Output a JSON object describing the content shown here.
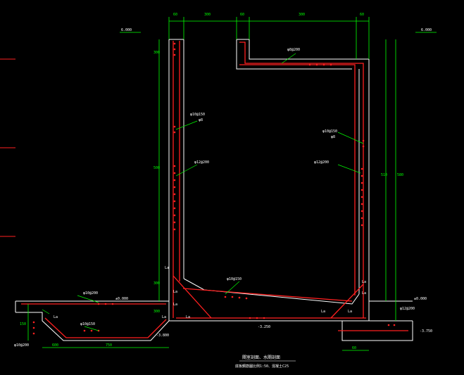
{
  "colors": {
    "background": "#000000",
    "concrete_outline": "#ffffff",
    "rebar": "#ff2020",
    "dimension": "#00ff00",
    "annotation": "#ffffff",
    "leader": "#00ff00"
  },
  "elevations": {
    "top_left": "6.000",
    "top_right": "6.000",
    "ground_left": "±0.000",
    "ground_right": "±0.000",
    "bottom_center": "-3.250",
    "bottom_left": "-3.800",
    "bottom_right": "-3.750"
  },
  "dimensions": {
    "top_left_wall": "60",
    "top_left_span": "300",
    "top_mid": "60",
    "top_right_span": "300",
    "top_right_wall": "60",
    "right_inner_height": "510",
    "right_total_height": "580",
    "left_height": "500",
    "left_top": "300",
    "left_mid_a": "300",
    "left_mid_b": "300",
    "bottom_left_a": "600",
    "bottom_left_b": "750",
    "bottom_right": "60",
    "far_left": "150"
  },
  "rebar_labels": {
    "top_slab": "φ8@200",
    "left_wall_upper": "φ10@150",
    "left_wall_upper_sub": "φ8",
    "left_wall_mid": "φ12@200",
    "right_wall_upper": "φ10@150",
    "right_wall_upper_sub": "φ8",
    "right_wall_mid": "φ12@200",
    "floor_slab": "φ10@150",
    "left_apron": "φ10@200",
    "left_base": "φ10@150",
    "left_corner": "φ10@200",
    "right_corner": "φ12@200"
  },
  "anchorage_marks": [
    "La",
    "La",
    "La",
    "La",
    "La",
    "La",
    "La",
    "La",
    "La",
    "La"
  ],
  "title_block": {
    "title": "閘室剖面、水閘剖面",
    "subtitle": "底板鋼筋圖比例1:50、混凝土C25"
  }
}
